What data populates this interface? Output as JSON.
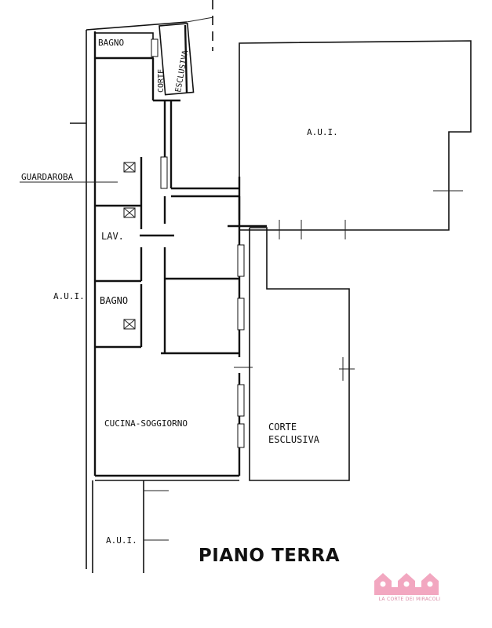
{
  "title": "PIANO TERRA",
  "rooms": {
    "bagno_top": "BAGNO",
    "corte_top_1": "CORTE",
    "corte_top_2": "ESCLUSIVA",
    "aui_right": "A.U.I.",
    "guardaroba": "GUARDAROBA",
    "lav": "LAV.",
    "aui_left": "A.U.I.",
    "bagno_mid": "BAGNO",
    "cucina": "CUCINA-SOGGIORNO",
    "corte_main_1": "CORTE",
    "corte_main_2": "ESCLUSIVA",
    "aui_bottom": "A.U.I."
  },
  "logo": {
    "text": "LA CORTE DEI MIRACOLI",
    "color": "#f2a7c0"
  }
}
